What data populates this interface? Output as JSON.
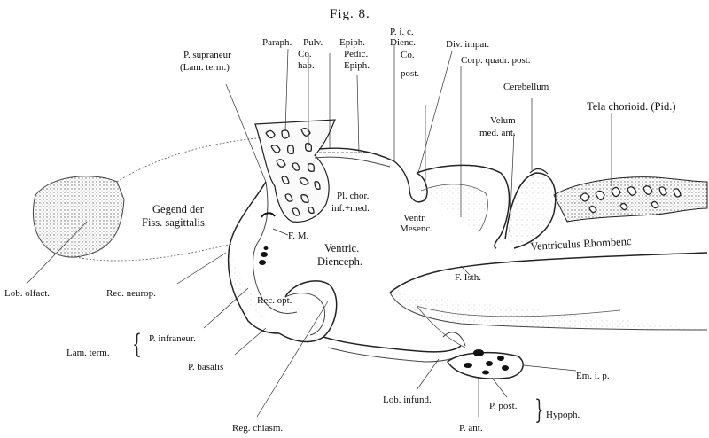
{
  "figure": {
    "title": "Fig. 8."
  },
  "labels": {
    "paraph": "Paraph.",
    "pulv": "Pulv.",
    "co_hab_1": "Co.",
    "co_hab_2": "hab.",
    "epiph": "Epiph.",
    "pedic_1": "Pedic.",
    "pedic_2": "Epiph.",
    "pic_1": "P. i. c.",
    "pic_2": "Dienc.",
    "pic_3": "Co.",
    "pic_4": "post.",
    "div_impar": "Div. impar.",
    "corp_quadr": "Corp. quadr. post.",
    "p_supraneur_1": "P. supraneur",
    "p_supraneur_2": "(Lam. term.)",
    "cerebellum": "Cerebellum",
    "velum_1": "Velum",
    "velum_2": "med. ant.",
    "tela": "Tela chorioid. (Pid.)",
    "gegend_1": "Gegend der",
    "gegend_2": "Fiss. sagittalis.",
    "pl_chor_1": "Pl. chor.",
    "pl_chor_2": "inf.+med.",
    "fm": "F. M.",
    "ventr_mes_1": "Ventr.",
    "ventr_mes_2": "Mesenc.",
    "ventric_1": "Ventric.",
    "ventric_2": "Dienceph.",
    "ventr_rhomb": "Ventriculus Rhombenc",
    "f_isth": "F. Isth.",
    "lob_olfact": "Lob. olfact.",
    "rec_neurop": "Rec. neurop.",
    "rec_opt": "Rec. opt.",
    "p_infraneur": "P. infraneur.",
    "lam_term": "Lam. term.",
    "p_basalis": "P. basalis",
    "em_ip": "Em. i. p.",
    "lob_infund": "Lob. infund.",
    "p_post": "P. post.",
    "hypoph": "Hypoph.",
    "reg_chiasm": "Reg. chiasm.",
    "p_ant": "P. ant."
  }
}
